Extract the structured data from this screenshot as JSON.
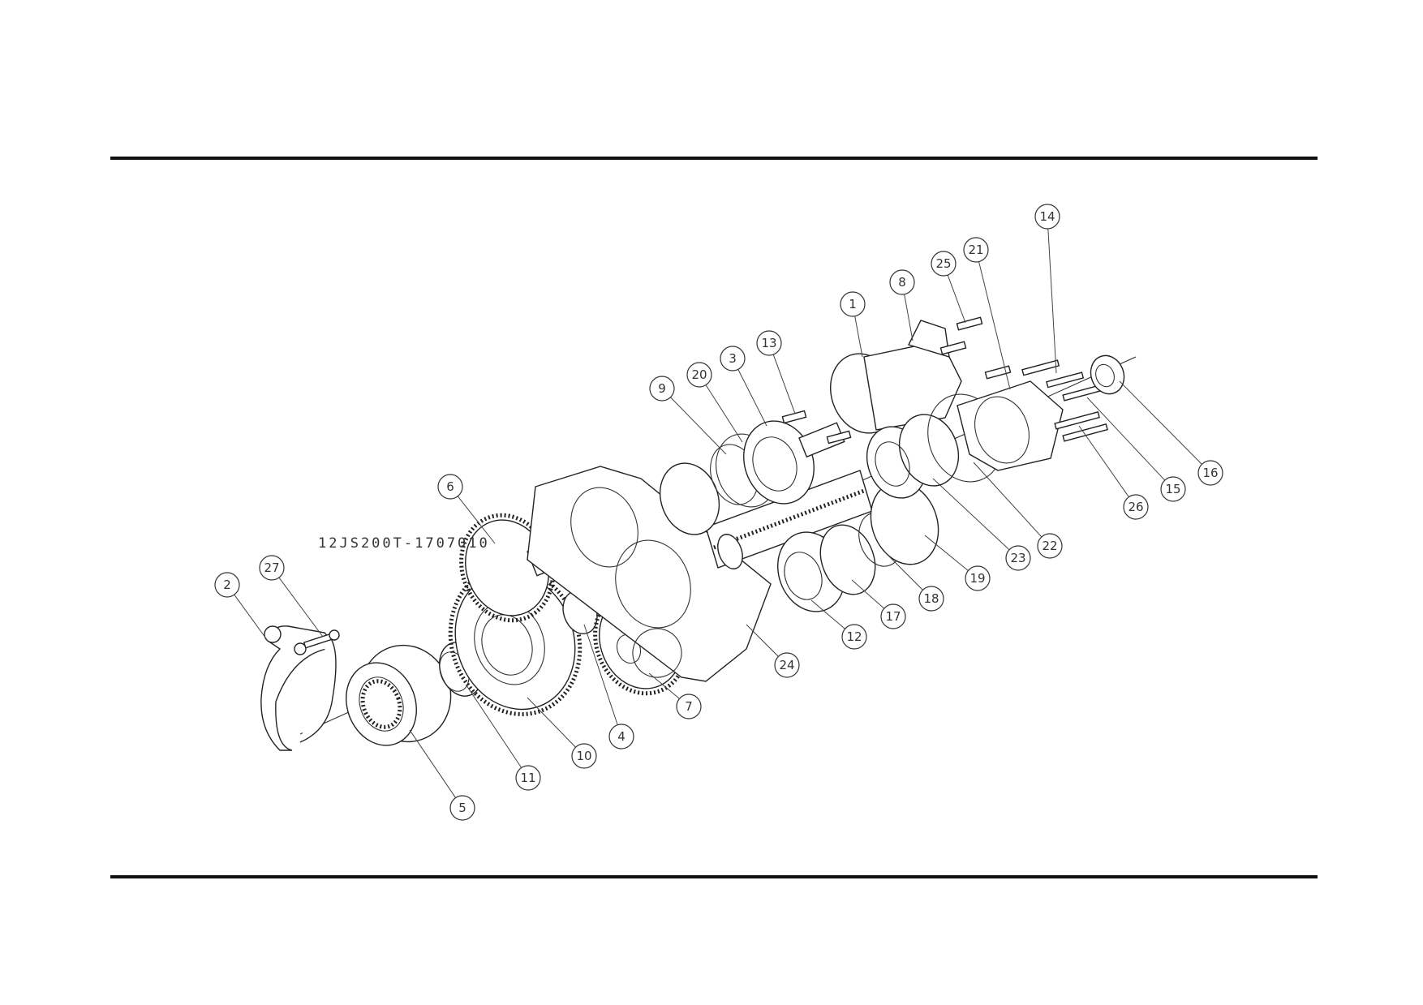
{
  "drawing": {
    "part_number": "12JS200T-1707010"
  },
  "callouts": [
    {
      "label": "1"
    },
    {
      "label": "2"
    },
    {
      "label": "3"
    },
    {
      "label": "4"
    },
    {
      "label": "5"
    },
    {
      "label": "6"
    },
    {
      "label": "7"
    },
    {
      "label": "8"
    },
    {
      "label": "9"
    },
    {
      "label": "10"
    },
    {
      "label": "11"
    },
    {
      "label": "12"
    },
    {
      "label": "13"
    },
    {
      "label": "14"
    },
    {
      "label": "15"
    },
    {
      "label": "16"
    },
    {
      "label": "17"
    },
    {
      "label": "18"
    },
    {
      "label": "19"
    },
    {
      "label": "20"
    },
    {
      "label": "21"
    },
    {
      "label": "22"
    },
    {
      "label": "23"
    },
    {
      "label": "24"
    },
    {
      "label": "25"
    },
    {
      "label": "26"
    },
    {
      "label": "27"
    }
  ]
}
